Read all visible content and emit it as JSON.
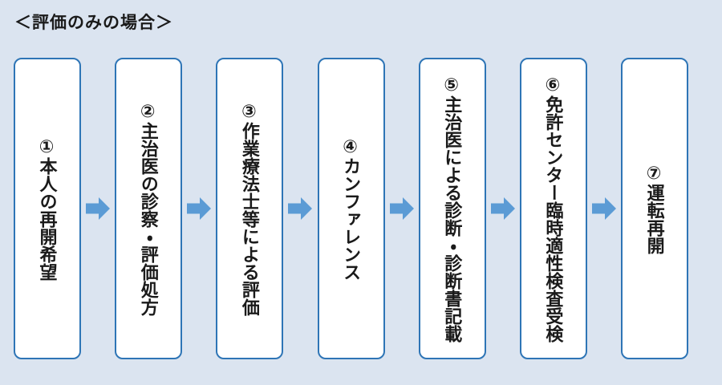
{
  "page": {
    "title": "＜評価のみの場合＞",
    "background_color": "#dbe4f0"
  },
  "flow": {
    "box_fill_color": "#ffffff",
    "box_border_color": "#2e75b6",
    "arrow_color": "#5b9bd5",
    "text_color": "#1a1a1a",
    "steps": [
      {
        "label": "①本人の再開希望"
      },
      {
        "label": "②主治医の診察・評価処方"
      },
      {
        "label": "③作業療法士等による評価"
      },
      {
        "label": "④カンファレンス"
      },
      {
        "label": "⑤主治医による診断・診断書記載"
      },
      {
        "label": "⑥免許センター臨時適性検査受検"
      },
      {
        "label": "⑦運転再開"
      }
    ]
  }
}
